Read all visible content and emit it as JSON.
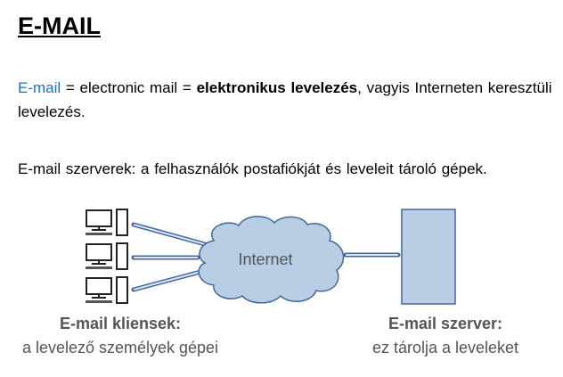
{
  "title": "E-MAIL",
  "para1": {
    "term": "E-mail",
    "t1": " = electronic  mail = ",
    "bold": "elektronikus levelezés",
    "t2": ", vagyis Interneten keresztüli  levelezés."
  },
  "para2": "E-mail szerverek: a felhasználók  postafiókját  és leveleit  tároló  gépek.",
  "diagram": {
    "cloud_label": "Internet",
    "clients_title": "E-mail kliensek:",
    "clients_sub": "a levelező személyek gépei",
    "server_title": "E-mail szerver:",
    "server_sub": "ez tárolja a leveleket"
  },
  "colors": {
    "accent": "#1f6fc5",
    "fill": "#b9cde5",
    "stroke": "#41679a"
  }
}
